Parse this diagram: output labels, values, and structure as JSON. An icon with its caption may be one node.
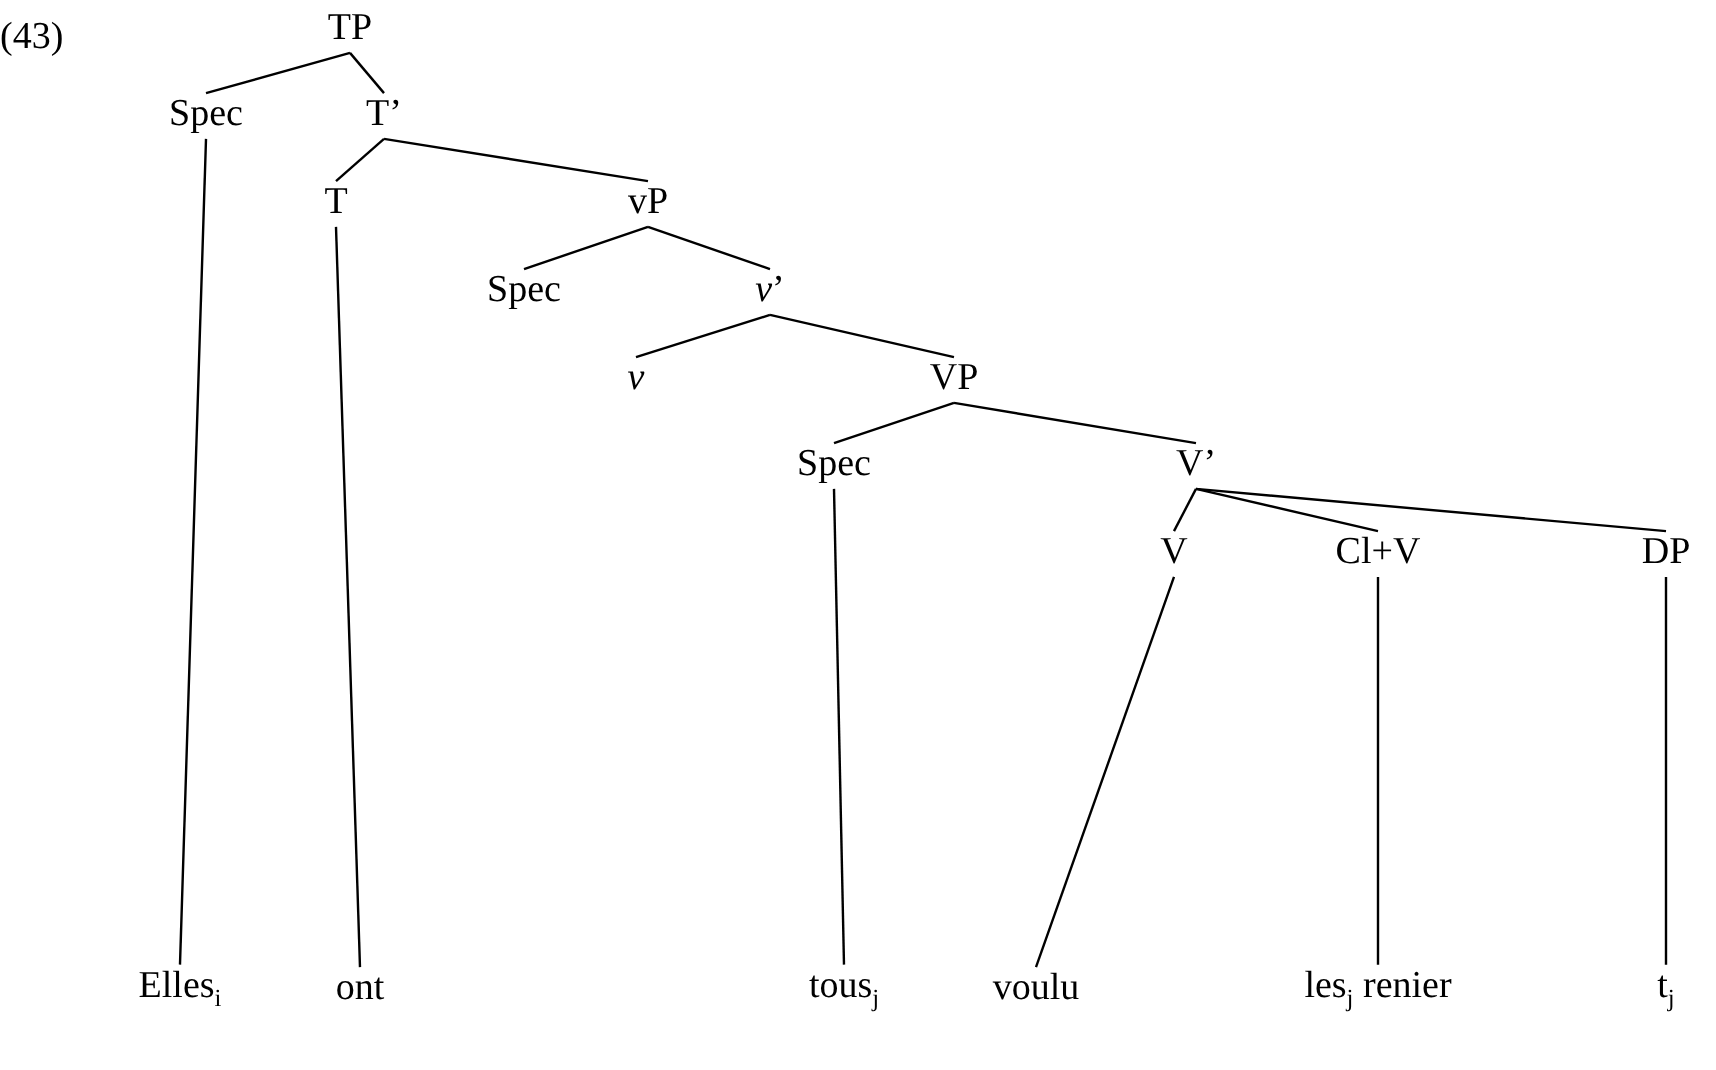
{
  "diagram": {
    "nodes": [
      {
        "text": [
          "TP"
        ]
      },
      {
        "text": [
          "Spec"
        ]
      },
      {
        "text": [
          "T’"
        ]
      },
      {
        "text": [
          "T"
        ]
      },
      {
        "text": [
          "vP"
        ]
      },
      {
        "text": [
          "Spec"
        ]
      },
      {
        "text": [
          "*v*’"
        ]
      },
      {
        "text": [
          "*v*"
        ]
      },
      {
        "text": [
          "VP"
        ]
      },
      {
        "text": [
          "Spec"
        ]
      },
      {
        "text": [
          "V’"
        ]
      },
      {
        "text": [
          "V"
        ]
      },
      {
        "text": [
          "Cl+V"
        ]
      },
      {
        "text": [
          "DP"
        ]
      },
      {
        "text": [
          "Elles$_{i}$"
        ]
      },
      {
        "text": [
          "ont"
        ]
      },
      {
        "text": [
          "tous$_{j}$"
        ]
      },
      {
        "text": [
          "voulu"
        ]
      },
      {
        "text": [
          "les$_{j}$ renier"
        ]
      },
      {
        "text": [
          "t$_{j}$"
        ]
      }
    ],
    "edges": [
      {
        "from": 0,
        "to": 1,
        "arrow": "none"
      },
      {
        "from": 0,
        "to": 2,
        "arrow": "none"
      },
      {
        "from": 2,
        "to": 3,
        "arrow": "none"
      },
      {
        "from": 2,
        "to": 4,
        "arrow": "none"
      },
      {
        "from": 4,
        "to": 5,
        "arrow": "none"
      },
      {
        "from": 4,
        "to": 6,
        "arrow": "none"
      },
      {
        "from": 6,
        "to": 7,
        "arrow": "none"
      },
      {
        "from": 6,
        "to": 8,
        "arrow": "none"
      },
      {
        "from": 8,
        "to": 9,
        "arrow": "none"
      },
      {
        "from": 8,
        "to": 10,
        "arrow": "none"
      },
      {
        "from": 10,
        "to": 11,
        "arrow": "none"
      },
      {
        "from": 10,
        "to": 12,
        "arrow": "none"
      },
      {
        "from": 10,
        "to": 13,
        "arrow": "none"
      },
      {
        "from": 1,
        "to": 14,
        "arrow": "none"
      },
      {
        "from": 3,
        "to": 15,
        "arrow": "none"
      },
      {
        "from": 9,
        "to": 16,
        "arrow": "none"
      },
      {
        "from": 11,
        "to": 17,
        "arrow": "none"
      },
      {
        "from": 12,
        "to": 18,
        "arrow": "none"
      },
      {
        "from": 13,
        "to": 19,
        "arrow": "none"
      }
    ],
    "labels": [
      "(43)"
    ]
  }
}
